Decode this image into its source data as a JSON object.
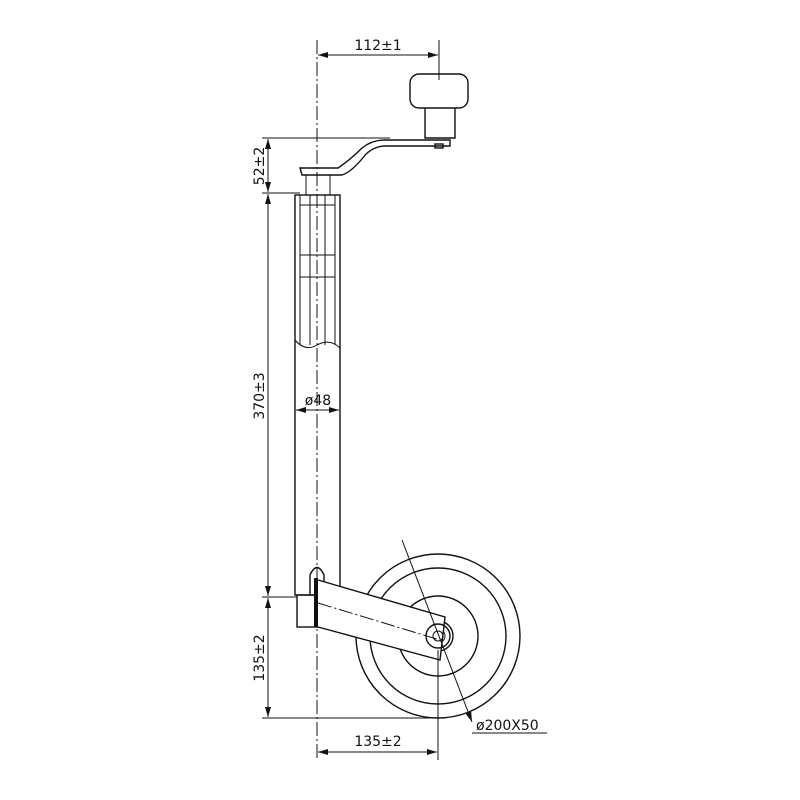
{
  "drawing": {
    "title": "Jockey wheel technical drawing",
    "dimensions": {
      "handle_offset": "112±1",
      "handle_height": "52±2",
      "tube_length": "370±3",
      "tube_diameter": "ø48",
      "wheel_height": "135±2",
      "wheel_offset": "135±2",
      "wheel_size": "ø200X50"
    },
    "line_color": "#111111",
    "background": "#ffffff"
  }
}
